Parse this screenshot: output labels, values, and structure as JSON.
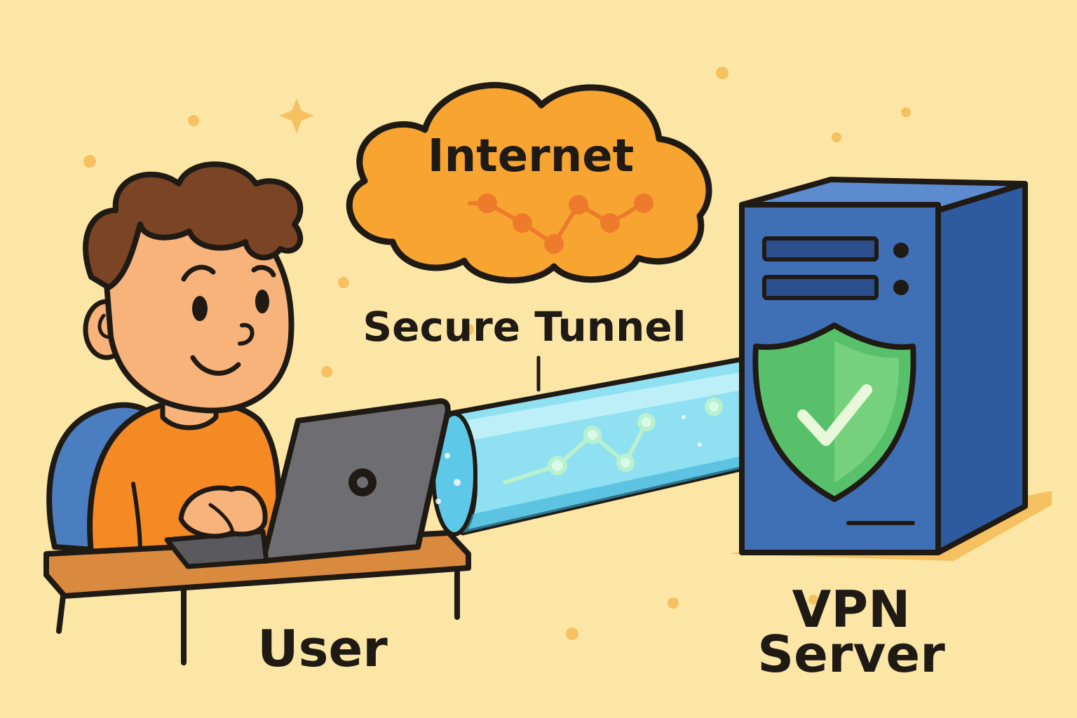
{
  "labels": {
    "cloud": "Internet",
    "tunnel": "Secure Tunnel",
    "user": "User",
    "server_line1": "VPN",
    "server_line2": "Server"
  },
  "colors": {
    "background": "#fbe6a6",
    "cloud": "#f7a530",
    "cloud_network": "#ee7a2c",
    "tunnel": "#8fe0f0",
    "tunnel_network": "#b8f0d0",
    "server": "#3f6fb5",
    "shield": "#58c06a",
    "shirt": "#f58a24",
    "hair": "#7a4425",
    "skin": "#f7b37a",
    "laptop": "#6e6e72",
    "desk": "#d98a3e",
    "chair": "#4a7ec0",
    "outline": "#1f1a14"
  },
  "icons": {
    "cloud": "cloud-icon",
    "tunnel": "tunnel-icon",
    "server": "server-icon",
    "shield": "shield-check-icon",
    "user": "person-icon",
    "laptop": "laptop-icon"
  }
}
